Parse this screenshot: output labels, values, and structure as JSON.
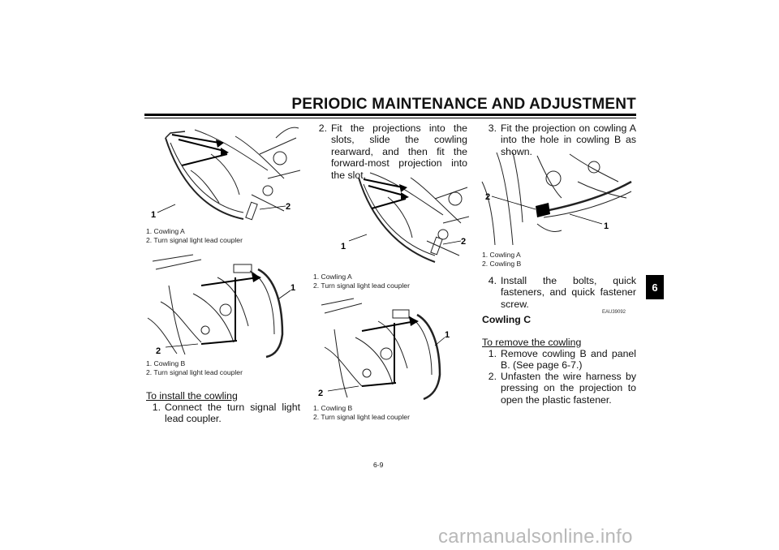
{
  "header": {
    "title": "PERIODIC MAINTENANCE AND ADJUSTMENT"
  },
  "side_tab": "6",
  "left_column": {
    "fig1": {
      "callouts": [
        "1",
        "2"
      ],
      "captions": [
        "1. Cowling A",
        "2. Turn signal light lead coupler"
      ]
    },
    "fig2": {
      "callouts": [
        "1",
        "2"
      ],
      "captions": [
        "1. Cowling B",
        "2. Turn signal light lead coupler"
      ]
    },
    "section_heading": "To install the cowling",
    "step1": {
      "num": "1.",
      "text": "Connect the turn signal light lead coupler."
    }
  },
  "middle_column": {
    "step2": {
      "num": "2.",
      "text": "Fit the projections into the slots, slide the cowling rearward, and then fit the forward-most projection into the slot."
    },
    "fig3": {
      "callouts": [
        "1",
        "2"
      ],
      "captions": [
        "1. Cowling A",
        "2. Turn signal light lead coupler"
      ]
    },
    "fig4": {
      "callouts": [
        "1",
        "2"
      ],
      "captions": [
        "1. Cowling B",
        "2. Turn signal light lead coupler"
      ]
    }
  },
  "right_column": {
    "step3": {
      "num": "3.",
      "text": "Fit the projection on cowling A into the hole in cowling B as shown."
    },
    "fig5": {
      "callouts": [
        "2",
        "1"
      ],
      "captions": [
        "1. Cowling A",
        "2. Cowling B"
      ]
    },
    "step4": {
      "num": "4.",
      "text": "Install the bolts, quick fasteners, and quick fastener screw."
    },
    "code": "EAU39092",
    "subheading": "Cowling C",
    "section_heading": "To remove the cowling",
    "step1": {
      "num": "1.",
      "text": "Remove cowling B and panel B. (See page 6-7.)"
    },
    "step2": {
      "num": "2.",
      "text": "Unfasten the wire harness by pressing on the projection to open the plastic fastener."
    }
  },
  "page_number": "6-9",
  "watermark": "carmanualsonline.info"
}
